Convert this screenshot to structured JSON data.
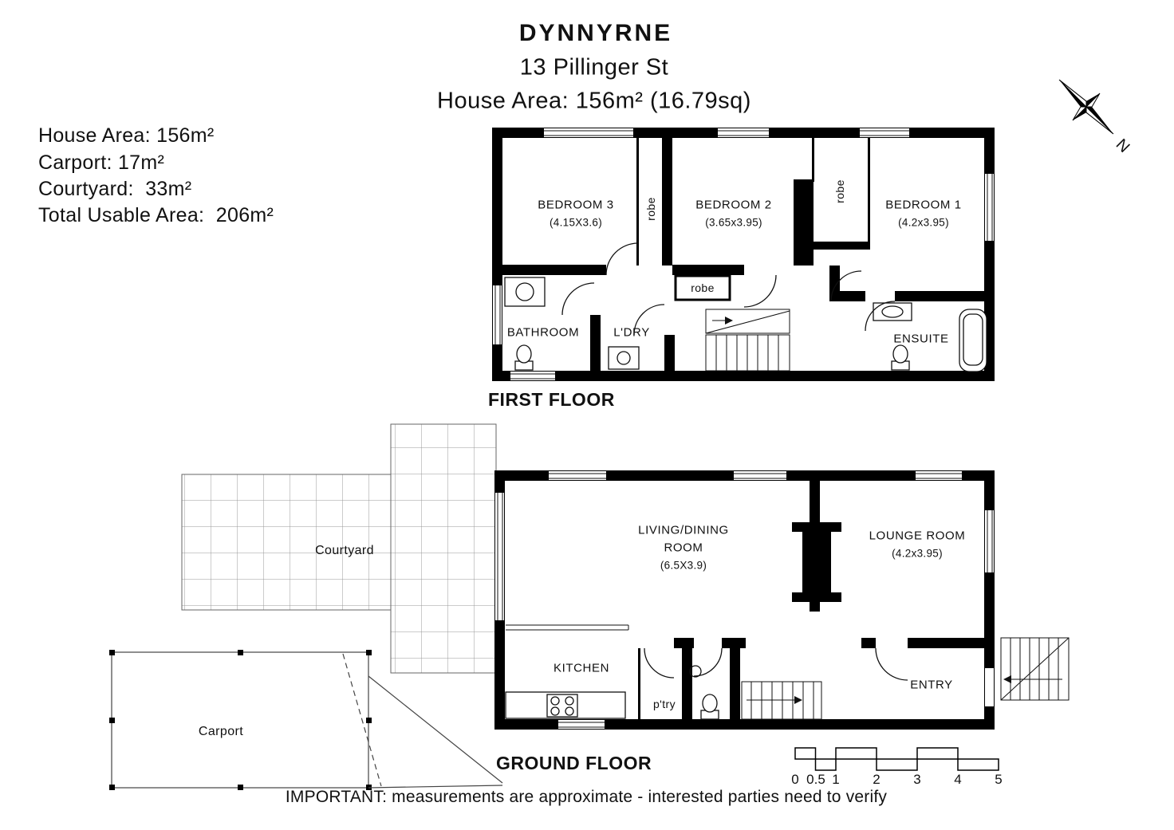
{
  "header": {
    "title": "DYNNYRNE",
    "address": "13 Pillinger St",
    "area_line": "House Area:  156m² (16.79sq)"
  },
  "summary": {
    "lines": [
      "House Area: 156m²",
      "Carport: 17m²",
      "Courtyard:  33m²",
      "Total Usable Area:  206m²"
    ]
  },
  "compass": {
    "north_label": "N"
  },
  "first_floor": {
    "caption": "FIRST FLOOR",
    "rooms": {
      "bedroom3": {
        "name": "BEDROOM 3",
        "dims": "(4.15X3.6)"
      },
      "bedroom2": {
        "name": "BEDROOM 2",
        "dims": "(3.65x3.95)"
      },
      "bedroom1": {
        "name": "BEDROOM 1",
        "dims": "(4.2x3.95)"
      },
      "robe_bed3": "robe",
      "robe_mid": "robe",
      "robe_bed1": "robe",
      "bathroom": "BATHROOM",
      "laundry": "L'DRY",
      "ensuite": "ENSUITE"
    }
  },
  "ground_floor": {
    "caption": "GROUND FLOOR",
    "rooms": {
      "living_name": "LIVING/DINING",
      "living_name2": "ROOM",
      "living_dims": "(6.5X3.9)",
      "lounge_name": "LOUNGE ROOM",
      "lounge_dims": "(4.2x3.95)",
      "kitchen": "KITCHEN",
      "pantry": "p'try",
      "entry": "ENTRY",
      "courtyard": "Courtyard",
      "carport": "Carport"
    }
  },
  "scale_bar": {
    "labels": [
      "0",
      "0.5",
      "1",
      "2",
      "3",
      "4",
      "5"
    ]
  },
  "footer": {
    "disclaimer": "IMPORTANT: measurements are approximate - interested parties need to verify"
  }
}
